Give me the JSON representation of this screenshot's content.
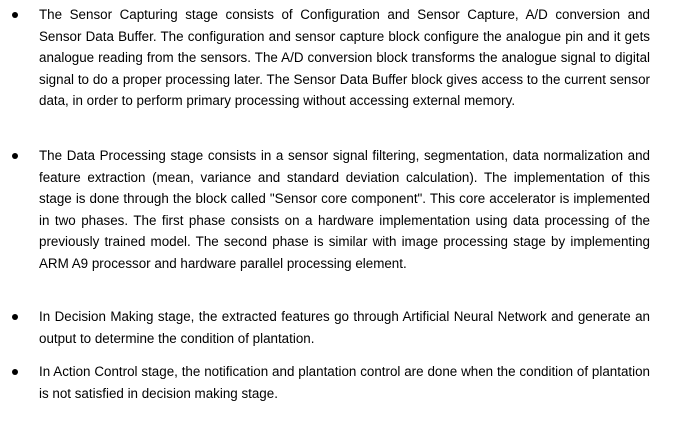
{
  "document": {
    "bullets": [
      {
        "text": "The Sensor Capturing stage consists of Configuration and Sensor Capture, A/D conversion and Sensor Data Buffer. The configuration and sensor capture block configure the analogue pin and it gets analogue reading from the sensors. The A/D conversion block transforms the analogue signal to digital signal to do a proper processing later. The Sensor Data Buffer block gives access to the current sensor data, in order to perform primary processing without accessing external memory."
      },
      {
        "text": "The Data Processing stage consists in a sensor signal filtering, segmentation, data normalization and feature extraction (mean, variance and standard deviation calculation). The implementation of this stage is done through the block called \"Sensor core component\". This core accelerator is implemented in two phases. The first phase consists on a hardware implementation using data processing of the previously trained model. The second phase is similar with image processing stage by implementing ARM A9 processor and hardware parallel processing element."
      },
      {
        "text": "In Decision Making stage, the extracted features go through Artificial Neural Network and generate an output to determine the condition of plantation."
      },
      {
        "text": " In Action Control stage, the notification and plantation control are done when the condition of plantation is not satisfied in decision making stage."
      }
    ]
  }
}
